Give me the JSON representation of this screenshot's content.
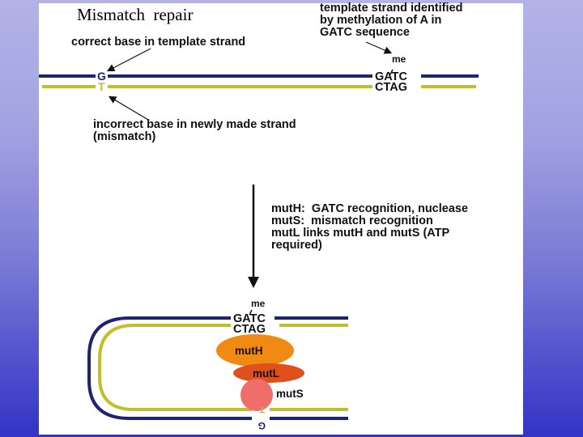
{
  "slide": {
    "title": "Mismatch  repair"
  },
  "top_panel": {
    "label_template_base": "correct base in template strand",
    "label_methylation": [
      "template strand identified",
      "by methylation of A in",
      "GATC sequence"
    ],
    "label_incorrect_base": [
      "incorrect base in newly made strand",
      "(mismatch)"
    ],
    "template_base": "G",
    "mismatch_base": "T",
    "methyl_mark": "me",
    "gatc_top": "GATC",
    "ctag_bottom": "CTAG"
  },
  "process_notes": [
    "mutH:  GATC recognition, nuclease",
    "mutS:  mismatch recognition",
    "mutL links mutH and mutS (ATP",
    "required)"
  ],
  "bottom_panel": {
    "methyl_mark": "me",
    "gatc_top": "GATC",
    "ctag_bottom": "CTAG",
    "proteins": {
      "mutH": "mutH",
      "mutL": "mutL",
      "mutS": "mutS"
    },
    "flipped_mismatch_base": "T",
    "flipped_template_base": "G"
  },
  "colors": {
    "template_strand": "#1e2470",
    "new_strand": "#c2bf2a",
    "mutH": "#f08a12",
    "mutL": "#e0501c",
    "mutS": "#ef6e6a",
    "template_base_text": "#1e2470",
    "mismatch_base_text": "#c2bf2a"
  }
}
